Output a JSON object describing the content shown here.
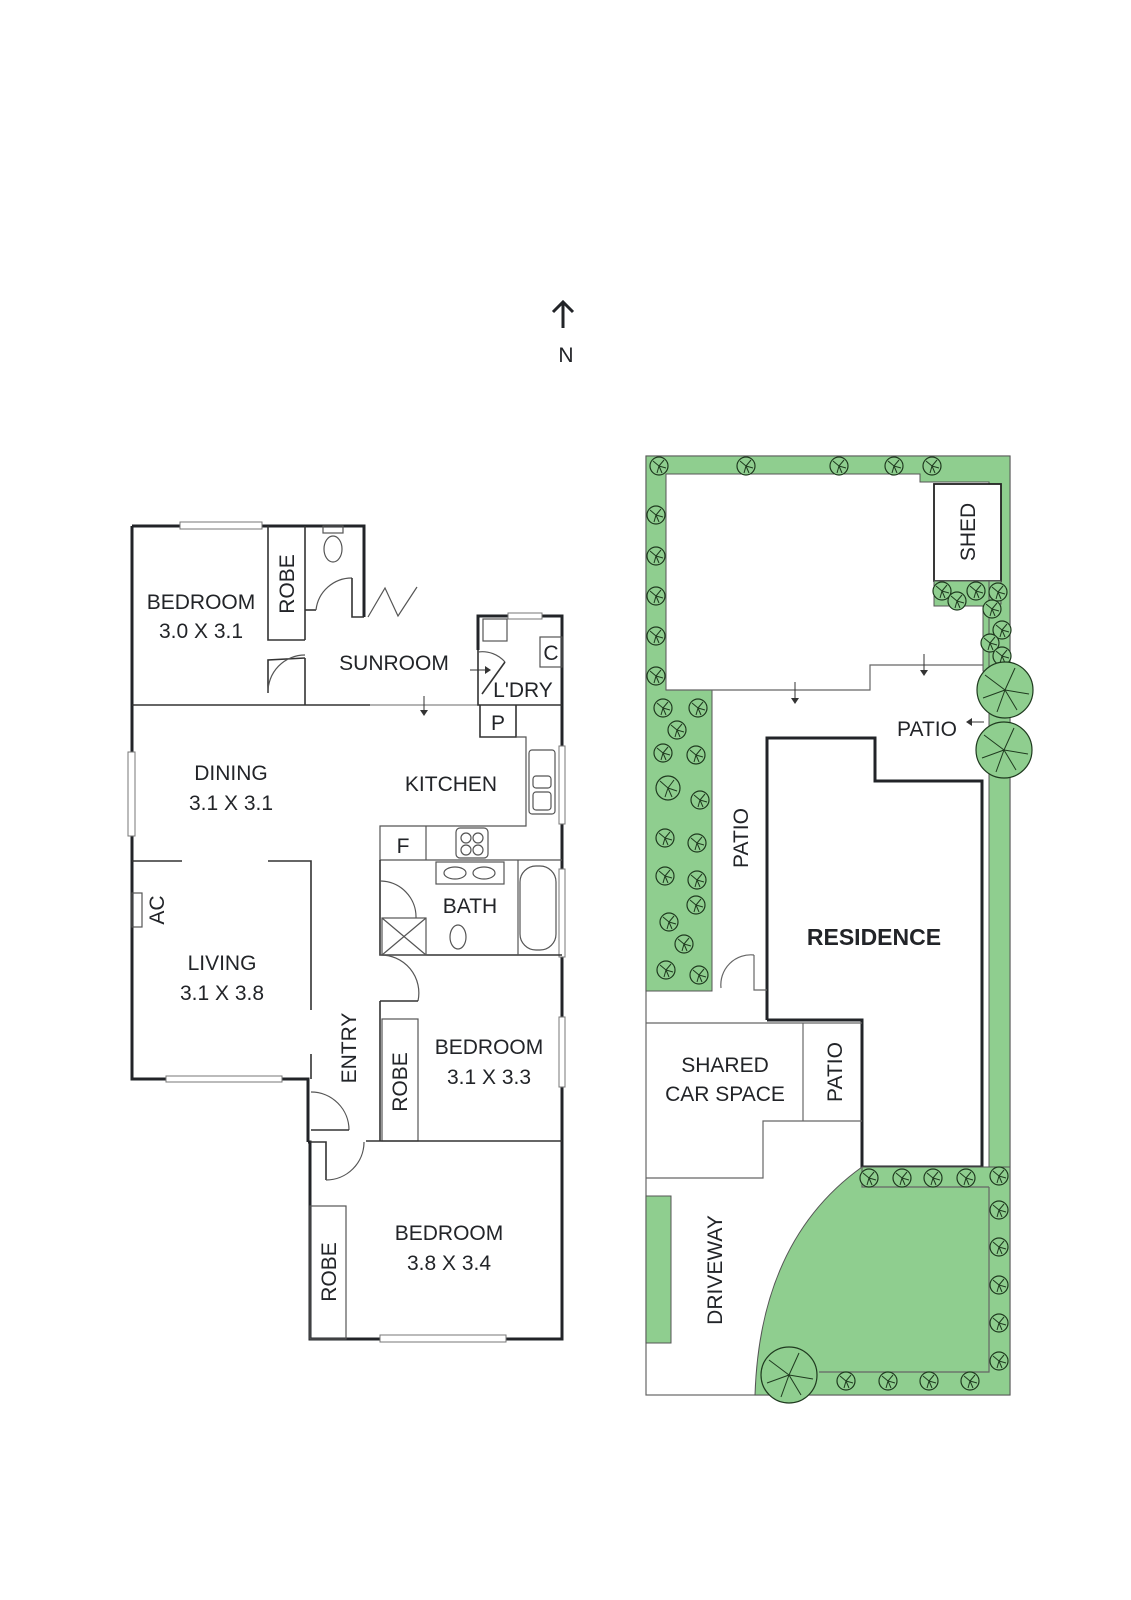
{
  "compass": {
    "arrow": "north-arrow-icon",
    "label": "N"
  },
  "floor_plan": {
    "rooms": [
      {
        "id": "bedroom1",
        "name": "BEDROOM",
        "size": "3.0 X 3.1"
      },
      {
        "id": "robe1",
        "name": "ROBE"
      },
      {
        "id": "sunroom",
        "name": "SUNROOM"
      },
      {
        "id": "laundry",
        "name": "L'DRY"
      },
      {
        "id": "laundry_c",
        "name": "C"
      },
      {
        "id": "pantry",
        "name": "P"
      },
      {
        "id": "dining",
        "name": "DINING",
        "size": "3.1 X 3.1"
      },
      {
        "id": "kitchen",
        "name": "KITCHEN"
      },
      {
        "id": "fridge",
        "name": "F"
      },
      {
        "id": "bath",
        "name": "BATH"
      },
      {
        "id": "ac",
        "name": "AC"
      },
      {
        "id": "living",
        "name": "LIVING",
        "size": "3.1 X 3.8"
      },
      {
        "id": "entry",
        "name": "ENTRY"
      },
      {
        "id": "robe2",
        "name": "ROBE"
      },
      {
        "id": "bedroom2",
        "name": "BEDROOM",
        "size": "3.1 X 3.3"
      },
      {
        "id": "robe3",
        "name": "ROBE"
      },
      {
        "id": "bedroom3",
        "name": "BEDROOM",
        "size": "3.8 X 3.4"
      }
    ]
  },
  "site_plan": {
    "areas": [
      {
        "id": "shed",
        "name": "SHED"
      },
      {
        "id": "patio_rear",
        "name": "PATIO"
      },
      {
        "id": "patio_side",
        "name": "PATIO"
      },
      {
        "id": "residence",
        "name": "RESIDENCE"
      },
      {
        "id": "car_space",
        "name": "SHARED",
        "name2": "CAR SPACE"
      },
      {
        "id": "patio_front",
        "name": "PATIO"
      },
      {
        "id": "driveway",
        "name": "DRIVEWAY"
      }
    ]
  },
  "colors": {
    "garden": "#8fce8f",
    "wall": "#222428",
    "shrub_outline": "#1f3a1f"
  }
}
